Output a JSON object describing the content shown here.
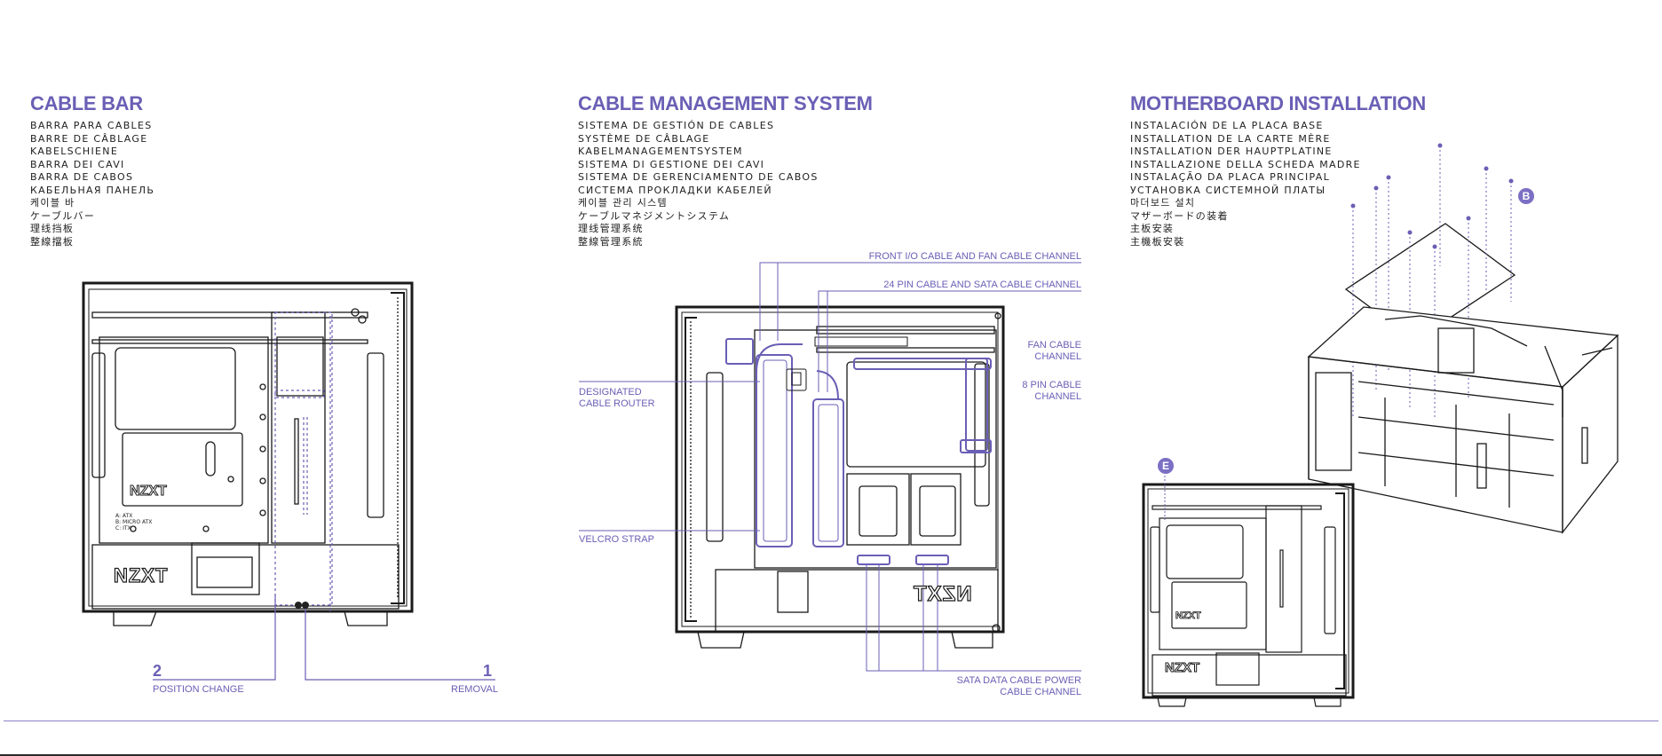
{
  "sections": {
    "cable_bar": {
      "title": "CABLE BAR",
      "subtitles": [
        "BARRA PARA CABLES",
        "BARRE DE CÂBLAGE",
        "KABELSCHIENE",
        "BARRA DEI CAVI",
        "BARRA DE CABOS",
        "КАБЕЛЬНАЯ ПАНЕЛЬ",
        "케이블 바",
        "ケーブルバー",
        "理线挡板",
        "整線擋板"
      ],
      "steps": [
        {
          "number": "2",
          "label": "POSITION CHANGE"
        },
        {
          "number": "1",
          "label": "REMOVAL"
        }
      ],
      "case_brand": "NZXT",
      "board_brand": "NZXT",
      "size_labels": [
        "A: ATX",
        "B: MICRO ATX",
        "C: ITX"
      ]
    },
    "cable_management": {
      "title": "CABLE MANAGEMENT SYSTEM",
      "subtitles": [
        "SISTEMA DE GESTIÓN DE CABLES",
        "SYSTÈME DE CÂBLAGE",
        "KABELMANAGEMENTSYSTEM",
        "SISTEMA DI GESTIONE DEI CAVI",
        "SISTEMA DE GERENCIAMENTO DE CABOS",
        "СИСТЕМА ПРОКЛАДКИ КАБЕЛЕЙ",
        "케이블 관리 시스템",
        "ケーブルマネジメントシステム",
        "理线管理系统",
        "整線管理系統"
      ],
      "callouts": {
        "front_io": "FRONT I/O CABLE AND FAN CABLE CHANNEL",
        "pin24": "24 PIN CABLE AND SATA CABLE CHANNEL",
        "fan_1": "FAN CABLE",
        "fan_2": "CHANNEL",
        "pin8_1": "8 PIN CABLE",
        "pin8_2": "CHANNEL",
        "router_1": "DESIGNATED",
        "router_2": "CABLE ROUTER",
        "velcro": "VELCRO STRAP",
        "sata_1": "SATA DATA CABLE POWER",
        "sata_2": "CABLE CHANNEL"
      },
      "case_brand": "NZXT"
    },
    "motherboard": {
      "title": "MOTHERBOARD INSTALLATION",
      "subtitles": [
        "INSTALACIÓN DE LA PLACA BASE",
        "INSTALLATION DE LA CARTE MÈRE",
        "INSTALLATION DER HAUPTPLATINE",
        "INSTALLAZIONE DELLA SCHEDA MADRE",
        "INSTALAÇÃO DA PLACA PRINCIPAL",
        "УСТАНОВКА СИСТЕМНОЙ ПЛАТЫ",
        "마더보드 설치",
        "マザーボードの装着",
        "主板安装",
        "主機板安裝"
      ],
      "badge_b": "B",
      "badge_e": "E",
      "case_brand": "NZXT",
      "board_brand": "NZXT"
    }
  },
  "colors": {
    "accent": "#6a5fb5",
    "line": "#1a1a1a",
    "badge": "#7b6fc4"
  }
}
